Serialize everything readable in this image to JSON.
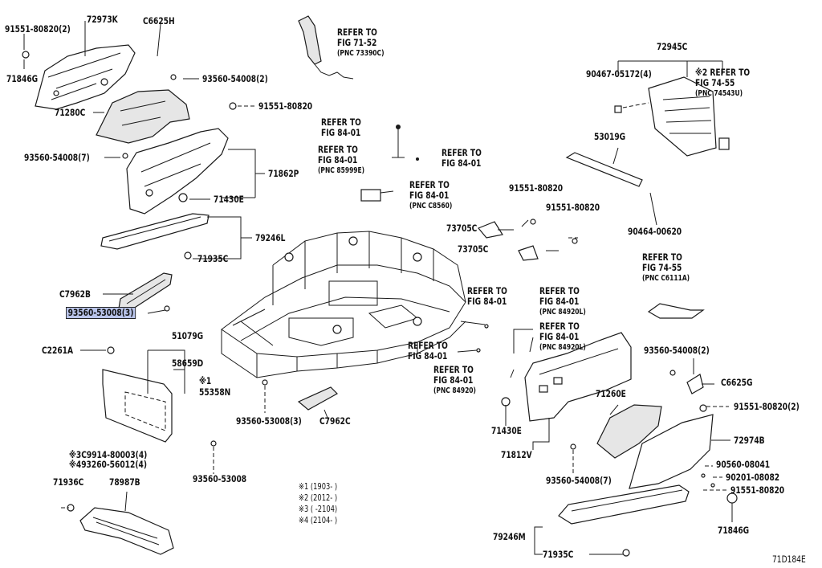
{
  "diagram_id": "71D184E",
  "highlighted_label": "93560-53008(3)",
  "labels": {
    "p91551_80820_2_tl": "91551-80820(2)",
    "p72973K": "72973K",
    "pC6625H": "C6625H",
    "p71846G_l": "71846G",
    "p93560_54008_2_t": "93560-54008(2)",
    "p71280C": "71280C",
    "p91551_80820_t": "91551-80820",
    "p93560_54008_7_l": "93560-54008(7)",
    "p71862P": "71862P",
    "p71430E_t": "71430E",
    "p79246L": "79246L",
    "p71935C_t": "71935C",
    "pC7962B": "C7962B",
    "p93560_53008_3_hl": "93560-53008(3)",
    "p51079G": "51079G",
    "pC2261A": "C2261A",
    "p58659D": "58659D",
    "p55358N": "55358N",
    "pC9914": "C9914-80003(4)",
    "p93260": "93260-56012(4)",
    "p71936C": "71936C",
    "p78987B": "78987B",
    "p93560_53008": "93560-53008",
    "p93560_53008_3_b": "93560-53008(3)",
    "pC7962C": "C7962C",
    "p72945C": "72945C",
    "p90467": "90467-05172(4)",
    "p53019G": "53019G",
    "p90464": "90464-00620",
    "p91551_80820_r1": "91551-80820",
    "p91551_80820_r2": "91551-80820",
    "p73705C_1": "73705C",
    "p73705C_2": "73705C",
    "p93560_54008_2_r": "93560-54008(2)",
    "pC6625G": "C6625G",
    "p71260E": "71260E",
    "p91551_80820_2_r": "91551-80820(2)",
    "p72974B": "72974B",
    "p90560": "90560-08041",
    "p90201": "90201-08082",
    "p91551_80820_br": "91551-80820",
    "p71846G_r": "71846G",
    "p71430E_b": "71430E",
    "p71812V": "71812V",
    "p93560_54008_7_b": "93560-54008(7)",
    "p79246M": "79246M",
    "p71935C_b": "71935C",
    "mark1": "※1",
    "mark2": "※2",
    "mark3": "※3",
    "mark4": "※4"
  },
  "refs": {
    "r1": [
      "REFER TO",
      "FIG 71-52",
      "(PNC 73390C)"
    ],
    "r2": [
      "REFER TO",
      "FIG 84-01"
    ],
    "r3": [
      "REFER TO",
      "FIG 84-01",
      "(PNC 85999E)"
    ],
    "r4": [
      "REFER TO",
      "FIG 84-01"
    ],
    "r5": [
      "REFER TO",
      "FIG 84-01",
      "(PNC C8560)"
    ],
    "r6": [
      "※2 REFER TO",
      "FIG 74-55",
      "(PNC 74543U)"
    ],
    "r7": [
      "REFER TO",
      "FIG 74-55",
      "(PNC C6111A)"
    ],
    "r8": [
      "REFER TO",
      "FIG 84-01"
    ],
    "r9": [
      "REFER TO",
      "FIG 84-01",
      "(PNC 84920L)"
    ],
    "r10": [
      "REFER TO",
      "FIG 84-01",
      "(PNC 84920L)"
    ],
    "r11": [
      "REFER TO",
      "FIG 84-01"
    ],
    "r12": [
      "REFER TO",
      "FIG 84-01",
      "(PNC 84920)"
    ]
  },
  "notes": [
    "※1 (1903-      )",
    "※2 (2012-      )",
    "※3 (      -2104)",
    "※4 (2104-      )"
  ]
}
